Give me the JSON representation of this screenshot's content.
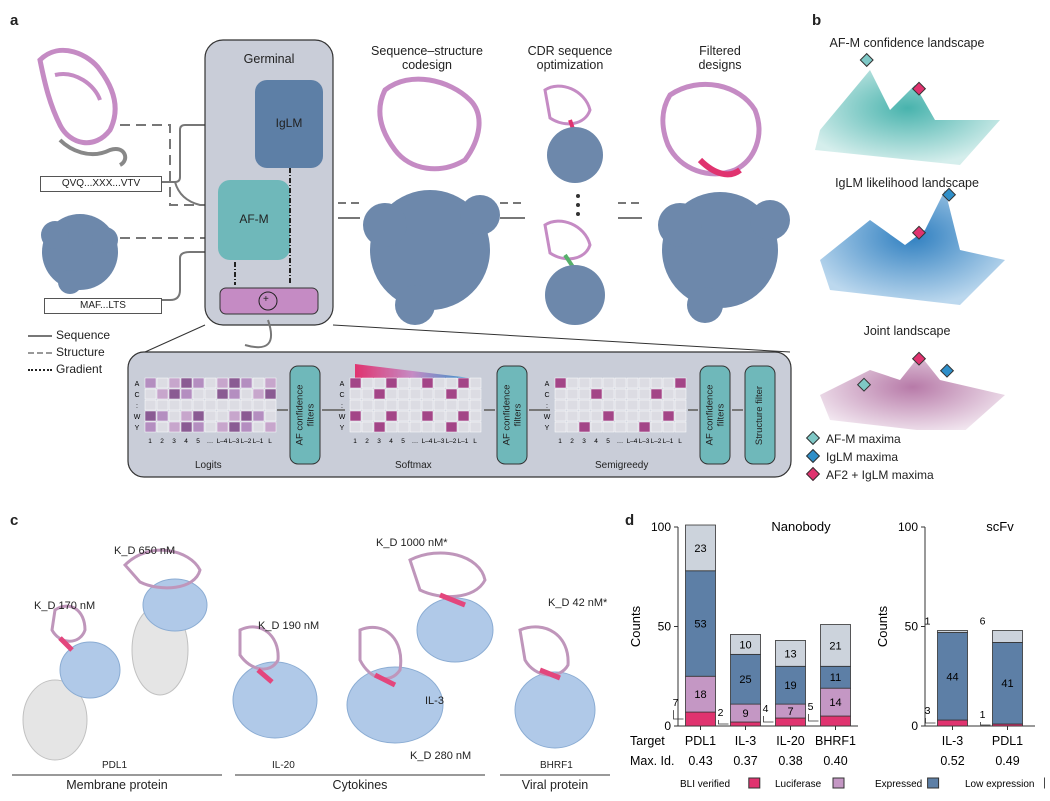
{
  "panel_a": {
    "letter": "a",
    "seq1": "QVQ...XXX...VTV",
    "seq2": "MAF...LTS",
    "germinal_title": "Germinal",
    "iglm": "IgLM",
    "afm": "AF-M",
    "plus": "+",
    "col_titles": [
      "Sequence–structure\ncodesign",
      "CDR sequence\noptimization",
      "Filtered\ndesigns"
    ],
    "legend": [
      "Sequence",
      "Structure",
      "Gradient"
    ],
    "logits": "Logits",
    "softmax": "Softmax",
    "semigreedy": "Semigreedy",
    "af_filters": "AF confidence\nfilters",
    "structure_filter": "Structure filter",
    "row_labels": [
      "A",
      "C",
      ":",
      "W",
      "Y"
    ],
    "col_labels": [
      "1",
      "2",
      "3",
      "4",
      "5",
      "…",
      "L–4",
      "L–3",
      "L–2",
      "L–1",
      "L"
    ]
  },
  "panel_b": {
    "letter": "b",
    "titles": [
      "AF-M confidence landscape",
      "IgLM likelihood landscape",
      "Joint landscape"
    ],
    "legend": [
      "AF-M maxima",
      "IgLM maxima",
      "AF2 + IgLM maxima"
    ],
    "colors": {
      "afm": "#7ec8c6",
      "iglm": "#2f8fc9",
      "joint": "#e0336f"
    }
  },
  "panel_c": {
    "letter": "c",
    "kd_labels": [
      "K_D 170 nM",
      "K_D 650 nM",
      "K_D 190 nM",
      "K_D 1000 nM*",
      "K_D 42 nM*",
      "K_D 280 nM"
    ],
    "targets": [
      "PDL1",
      "IL-20",
      "IL-3",
      "BHRF1"
    ],
    "groups": [
      "Membrane protein",
      "Cytokines",
      "Viral protein"
    ]
  },
  "panel_d": {
    "letter": "d",
    "row_target": "Target",
    "row_maxid": "Max. Id.",
    "legend": [
      "BLI verified",
      "Luciferase",
      "Expressed",
      "Low expression"
    ]
  },
  "chart_data": [
    {
      "type": "bar",
      "title": "Nanobody",
      "ylabel": "Counts",
      "ylim": [
        0,
        100
      ],
      "yticks": [
        0,
        50,
        100
      ],
      "categories": [
        "PDL1",
        "IL-3",
        "IL-20",
        "BHRF1"
      ],
      "max_id": [
        "0.43",
        "0.37",
        "0.38",
        "0.40"
      ],
      "stacked": true,
      "series": [
        {
          "name": "BLI verified",
          "color": "#e0336f",
          "values": [
            7,
            2,
            4,
            5
          ]
        },
        {
          "name": "Luciferase",
          "color": "#c497c4",
          "values": [
            18,
            9,
            7,
            14
          ]
        },
        {
          "name": "Expressed",
          "color": "#5d7fa6",
          "values": [
            53,
            25,
            19,
            11
          ]
        },
        {
          "name": "Low expression",
          "color": "#ccd3dc",
          "values": [
            23,
            10,
            13,
            21
          ]
        }
      ]
    },
    {
      "type": "bar",
      "title": "scFv",
      "ylabel": "Counts",
      "ylim": [
        0,
        100
      ],
      "yticks": [
        0,
        50,
        100
      ],
      "categories": [
        "IL-3",
        "PDL1"
      ],
      "max_id": [
        "0.52",
        "0.49"
      ],
      "stacked": true,
      "series": [
        {
          "name": "BLI verified",
          "color": "#e0336f",
          "values": [
            3,
            1
          ]
        },
        {
          "name": "Luciferase",
          "color": "#c497c4",
          "values": [
            0,
            0
          ]
        },
        {
          "name": "Expressed",
          "color": "#5d7fa6",
          "values": [
            44,
            41
          ]
        },
        {
          "name": "Low expression",
          "color": "#ccd3dc",
          "values": [
            1,
            6
          ]
        }
      ]
    }
  ]
}
